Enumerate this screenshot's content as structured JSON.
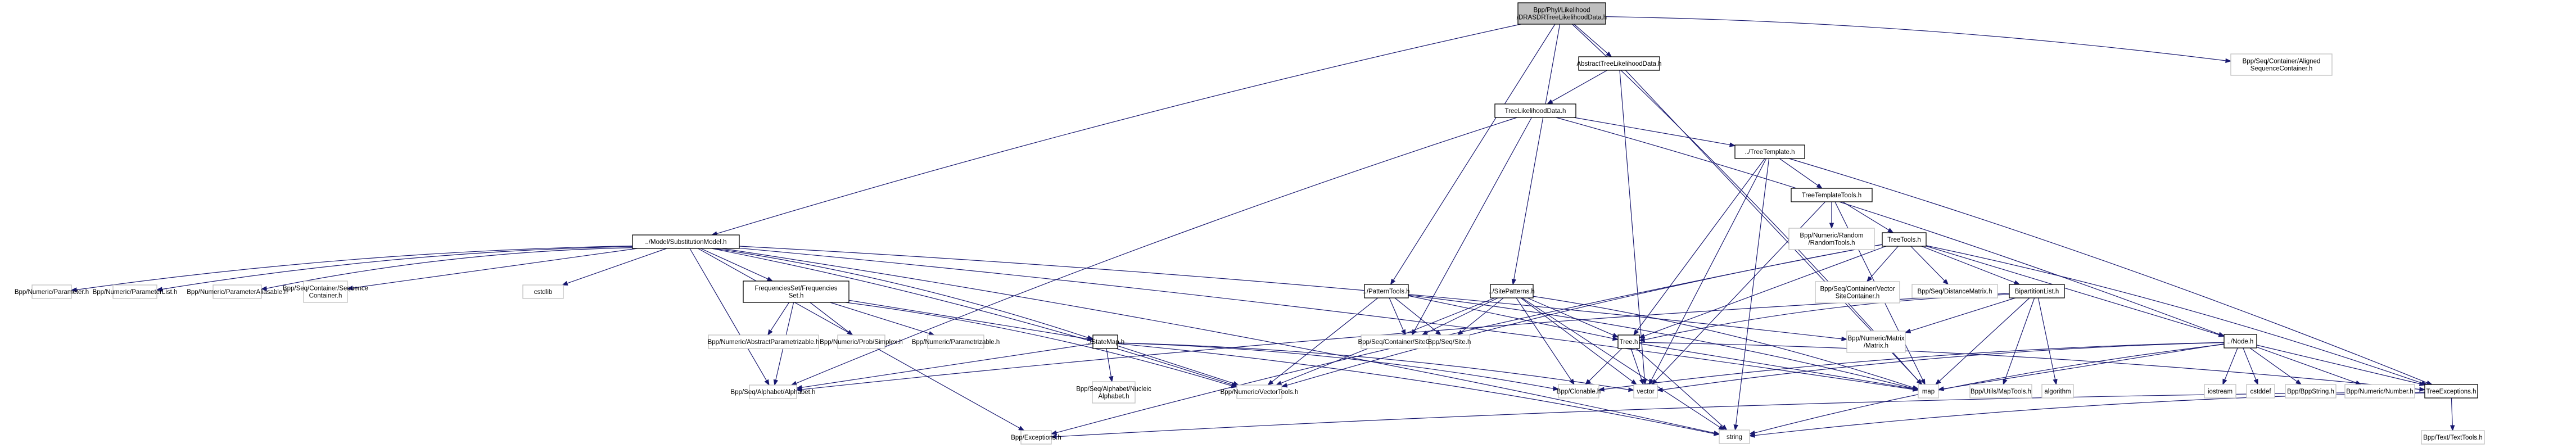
{
  "title": "Include dependency graph for DRASDRTreeLikelihoodData.h",
  "colors": {
    "edge": "#191970",
    "root_fill": "#bfbfbf",
    "local_border": "#000000",
    "external_border": "#bfbfbf"
  },
  "nodes": [
    {
      "id": "root",
      "lines": [
        "Bpp/Phyl/Likelihood",
        "/DRASDRTreeLikelihoodData.h"
      ],
      "kind": "root"
    },
    {
      "id": "atld",
      "lines": [
        "AbstractTreeLikelihoodData.h"
      ],
      "kind": "local"
    },
    {
      "id": "asc",
      "lines": [
        "Bpp/Seq/Container/Aligned",
        "SequenceContainer.h"
      ],
      "kind": "ext"
    },
    {
      "id": "tld",
      "lines": [
        "TreeLikelihoodData.h"
      ],
      "kind": "local"
    },
    {
      "id": "tt",
      "lines": [
        "../TreeTemplate.h"
      ],
      "kind": "local"
    },
    {
      "id": "ttt",
      "lines": [
        "TreeTemplateTools.h"
      ],
      "kind": "local"
    },
    {
      "id": "rnd",
      "lines": [
        "Bpp/Numeric/Random",
        "/RandomTools.h"
      ],
      "kind": "ext"
    },
    {
      "id": "trt",
      "lines": [
        "TreeTools.h"
      ],
      "kind": "local"
    },
    {
      "id": "vsc",
      "lines": [
        "Bpp/Seq/Container/Vector",
        "SiteContainer.h"
      ],
      "kind": "ext"
    },
    {
      "id": "dm",
      "lines": [
        "Bpp/Seq/DistanceMatrix.h"
      ],
      "kind": "ext"
    },
    {
      "id": "bpl",
      "lines": [
        "BipartitionList.h"
      ],
      "kind": "local"
    },
    {
      "id": "sm",
      "lines": [
        "../Model/SubstitutionModel.h"
      ],
      "kind": "local"
    },
    {
      "id": "par",
      "lines": [
        "Bpp/Numeric/Parameter.h"
      ],
      "kind": "ext"
    },
    {
      "id": "parl",
      "lines": [
        "Bpp/Numeric/ParameterList.h"
      ],
      "kind": "ext"
    },
    {
      "id": "para",
      "lines": [
        "Bpp/Numeric/ParameterAliasable.h"
      ],
      "kind": "ext"
    },
    {
      "id": "seqc",
      "lines": [
        "Bpp/Seq/Container/Sequence",
        "Container.h"
      ],
      "kind": "ext"
    },
    {
      "id": "cstdlib",
      "lines": [
        "cstdlib"
      ],
      "kind": "ext"
    },
    {
      "id": "fs",
      "lines": [
        "FrequenciesSet/Frequencies",
        "Set.h"
      ],
      "kind": "local"
    },
    {
      "id": "pt",
      "lines": [
        "../PatternTools.h"
      ],
      "kind": "local"
    },
    {
      "id": "sp",
      "lines": [
        "../SitePatterns.h"
      ],
      "kind": "local"
    },
    {
      "id": "sc",
      "lines": [
        "Bpp/Seq/Container/SiteContainer.h"
      ],
      "kind": "ext"
    },
    {
      "id": "site",
      "lines": [
        "Bpp/Seq/Site.h"
      ],
      "kind": "ext"
    },
    {
      "id": "tree",
      "lines": [
        "Tree.h"
      ],
      "kind": "local"
    },
    {
      "id": "matrix",
      "lines": [
        "Bpp/Numeric/Matrix",
        "/Matrix.h"
      ],
      "kind": "ext"
    },
    {
      "id": "node",
      "lines": [
        "../Node.h"
      ],
      "kind": "local"
    },
    {
      "id": "apar",
      "lines": [
        "Bpp/Numeric/AbstractParametrizable.h"
      ],
      "kind": "ext"
    },
    {
      "id": "simplex",
      "lines": [
        "Bpp/Numeric/Prob/Simplex.h"
      ],
      "kind": "ext"
    },
    {
      "id": "parz",
      "lines": [
        "Bpp/Numeric/Parametrizable.h"
      ],
      "kind": "ext"
    },
    {
      "id": "smap",
      "lines": [
        "../StateMap.h"
      ],
      "kind": "local"
    },
    {
      "id": "alpha",
      "lines": [
        "Bpp/Seq/Alphabet/Alphabet.h"
      ],
      "kind": "ext"
    },
    {
      "id": "nalpha",
      "lines": [
        "Bpp/Seq/Alphabet/Nucleic",
        "Alphabet.h"
      ],
      "kind": "ext"
    },
    {
      "id": "vt",
      "lines": [
        "Bpp/Numeric/VectorTools.h"
      ],
      "kind": "ext"
    },
    {
      "id": "clon",
      "lines": [
        "Bpp/Clonable.h"
      ],
      "kind": "ext"
    },
    {
      "id": "vector",
      "lines": [
        "vector"
      ],
      "kind": "ext"
    },
    {
      "id": "map",
      "lines": [
        "map"
      ],
      "kind": "ext"
    },
    {
      "id": "maptools",
      "lines": [
        "Bpp/Utils/MapTools.h"
      ],
      "kind": "ext"
    },
    {
      "id": "algo",
      "lines": [
        "algorithm"
      ],
      "kind": "ext"
    },
    {
      "id": "iostream",
      "lines": [
        "iostream"
      ],
      "kind": "ext"
    },
    {
      "id": "cstddef",
      "lines": [
        "cstddef"
      ],
      "kind": "ext"
    },
    {
      "id": "bppstr",
      "lines": [
        "Bpp/BppString.h"
      ],
      "kind": "ext"
    },
    {
      "id": "number",
      "lines": [
        "Bpp/Numeric/Number.h"
      ],
      "kind": "ext"
    },
    {
      "id": "texc",
      "lines": [
        "TreeExceptions.h"
      ],
      "kind": "local"
    },
    {
      "id": "exc",
      "lines": [
        "Bpp/Exceptions.h"
      ],
      "kind": "ext"
    },
    {
      "id": "string",
      "lines": [
        "string"
      ],
      "kind": "ext"
    },
    {
      "id": "ttools",
      "lines": [
        "Bpp/Text/TextTools.h"
      ],
      "kind": "ext"
    }
  ],
  "edges": [
    [
      "root",
      "atld"
    ],
    [
      "root",
      "asc"
    ],
    [
      "root",
      "sm"
    ],
    [
      "root",
      "pt"
    ],
    [
      "root",
      "sp"
    ],
    [
      "root",
      "map"
    ],
    [
      "atld",
      "tld"
    ],
    [
      "atld",
      "vector"
    ],
    [
      "atld",
      "map"
    ],
    [
      "tld",
      "tt"
    ],
    [
      "tld",
      "alpha"
    ],
    [
      "tld",
      "sc"
    ],
    [
      "tld",
      "node"
    ],
    [
      "tt",
      "ttt"
    ],
    [
      "tt",
      "tree"
    ],
    [
      "tt",
      "vector"
    ],
    [
      "tt",
      "string"
    ],
    [
      "tt",
      "texc"
    ],
    [
      "ttt",
      "rnd"
    ],
    [
      "ttt",
      "trt"
    ],
    [
      "ttt",
      "vector"
    ],
    [
      "ttt",
      "map"
    ],
    [
      "trt",
      "vsc"
    ],
    [
      "trt",
      "dm"
    ],
    [
      "trt",
      "bpl"
    ],
    [
      "trt",
      "tree"
    ],
    [
      "trt",
      "vt"
    ],
    [
      "trt",
      "exc"
    ],
    [
      "trt",
      "node"
    ],
    [
      "trt",
      "texc"
    ],
    [
      "bpl",
      "tree"
    ],
    [
      "bpl",
      "matrix"
    ],
    [
      "bpl",
      "map"
    ],
    [
      "bpl",
      "maptools"
    ],
    [
      "bpl",
      "algo"
    ],
    [
      "bpl",
      "alpha"
    ],
    [
      "sm",
      "par"
    ],
    [
      "sm",
      "parl"
    ],
    [
      "sm",
      "para"
    ],
    [
      "sm",
      "seqc"
    ],
    [
      "sm",
      "cstdlib"
    ],
    [
      "sm",
      "fs"
    ],
    [
      "sm",
      "smap"
    ],
    [
      "sm",
      "alpha"
    ],
    [
      "sm",
      "vt"
    ],
    [
      "sm",
      "matrix"
    ],
    [
      "sm",
      "exc"
    ],
    [
      "sm",
      "string"
    ],
    [
      "sm",
      "map"
    ],
    [
      "fs",
      "apar"
    ],
    [
      "fs",
      "simplex"
    ],
    [
      "fs",
      "parz"
    ],
    [
      "fs",
      "alpha"
    ],
    [
      "fs",
      "vt"
    ],
    [
      "fs",
      "smap"
    ],
    [
      "smap",
      "alpha"
    ],
    [
      "smap",
      "nalpha"
    ],
    [
      "smap",
      "vt"
    ],
    [
      "smap",
      "clon"
    ],
    [
      "smap",
      "string"
    ],
    [
      "smap",
      "vector"
    ],
    [
      "pt",
      "sc"
    ],
    [
      "pt",
      "site"
    ],
    [
      "pt",
      "vt"
    ],
    [
      "pt",
      "tree"
    ],
    [
      "pt",
      "map"
    ],
    [
      "sp",
      "sc"
    ],
    [
      "sp",
      "site"
    ],
    [
      "sp",
      "clon"
    ],
    [
      "sp",
      "vector"
    ],
    [
      "sp",
      "string"
    ],
    [
      "sp",
      "tree"
    ],
    [
      "sp",
      "map"
    ],
    [
      "sp",
      "vt"
    ],
    [
      "tree",
      "clon"
    ],
    [
      "tree",
      "vector"
    ],
    [
      "tree",
      "string"
    ],
    [
      "tree",
      "map"
    ],
    [
      "tree",
      "texc"
    ],
    [
      "node",
      "iostream"
    ],
    [
      "node",
      "cstddef"
    ],
    [
      "node",
      "bppstr"
    ],
    [
      "node",
      "number"
    ],
    [
      "node",
      "texc"
    ],
    [
      "node",
      "map"
    ],
    [
      "node",
      "vector"
    ],
    [
      "node",
      "clon"
    ],
    [
      "node",
      "string"
    ],
    [
      "texc",
      "exc"
    ],
    [
      "texc",
      "string"
    ],
    [
      "texc",
      "ttools"
    ]
  ]
}
